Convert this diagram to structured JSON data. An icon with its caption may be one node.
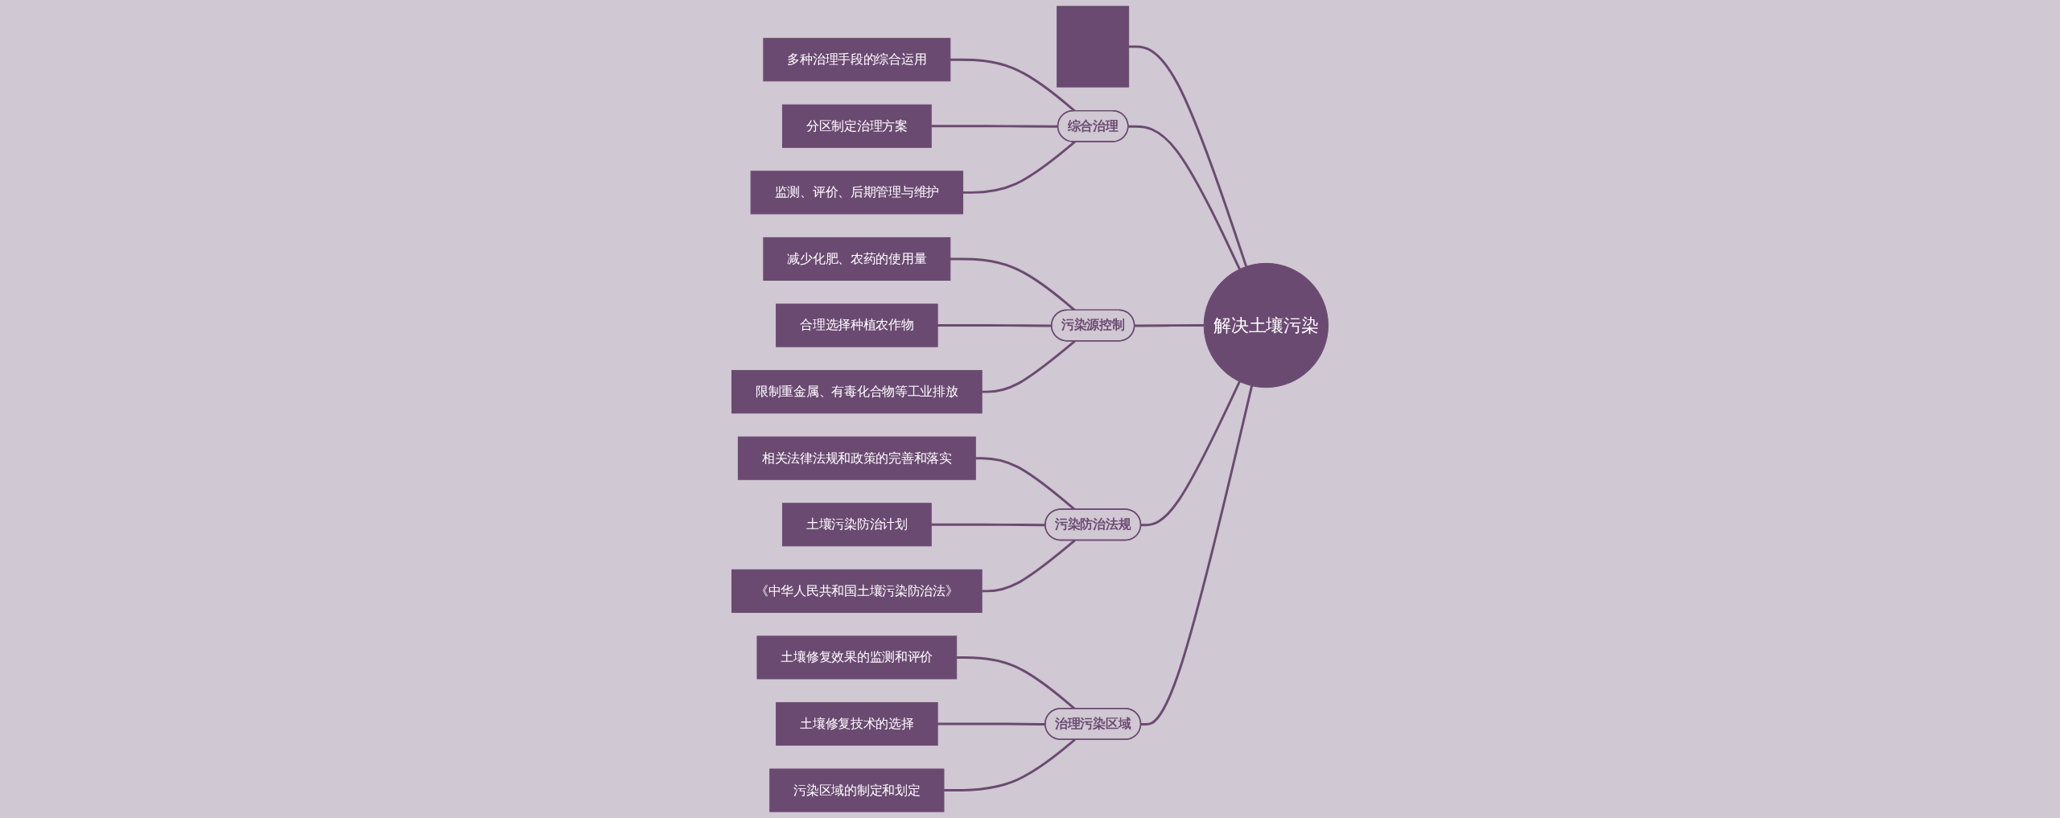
{
  "diagram": {
    "nodes": [
      {
        "text": [
          "综合治理"
        ]
      },
      {
        "text": [
          "多种治理手段的综合运用"
        ]
      },
      {
        "text": [
          "分区制定治理方案"
        ]
      },
      {
        "text": [
          "监测、评价、后期管理与维护"
        ]
      },
      {
        "text": [
          "污染源控制"
        ]
      },
      {
        "text": [
          "减少化肥、农药的使用量"
        ]
      },
      {
        "text": [
          "合理选择种植农作物"
        ]
      },
      {
        "text": [
          "限制重金属、有毒化合物等工业排放"
        ]
      },
      {
        "text": [],
        "shape": "box"
      },
      {
        "text": [
          "解决土壤污染"
        ]
      },
      {
        "text": [
          "相关法律法规和政策的完善和落实"
        ]
      },
      {
        "text": [
          "土壤污染防治计划"
        ]
      },
      {
        "text": [
          "《中华人民共和国土壤污染防治法》"
        ]
      },
      {
        "text": [
          "土壤修复效果的监测和评价"
        ]
      },
      {
        "text": [
          "土壤修复技术的选择"
        ]
      },
      {
        "text": [
          "污染区域的制定和划定"
        ]
      },
      {
        "text": [
          "污染防治法规"
        ]
      },
      {
        "text": [
          "治理污染区域"
        ]
      }
    ],
    "edges": [
      {
        "from": 1,
        "to": 0,
        "arrow": "none"
      },
      {
        "from": 2,
        "to": 0,
        "arrow": "none"
      },
      {
        "from": 3,
        "to": 0,
        "arrow": "none"
      },
      {
        "from": 5,
        "to": 4,
        "arrow": "none"
      },
      {
        "from": 6,
        "to": 4,
        "arrow": "none"
      },
      {
        "from": 7,
        "to": 4,
        "arrow": "none"
      },
      {
        "from": 10,
        "to": 16,
        "arrow": "none"
      },
      {
        "from": 11,
        "to": 16,
        "arrow": "none"
      },
      {
        "from": 12,
        "to": 16,
        "arrow": "none"
      },
      {
        "from": 13,
        "to": 17,
        "arrow": "none"
      },
      {
        "from": 14,
        "to": 17,
        "arrow": "none"
      },
      {
        "from": 15,
        "to": 17,
        "arrow": "none"
      },
      {
        "from": 8,
        "to": 9,
        "arrow": "none"
      },
      {
        "from": 0,
        "to": 9,
        "arrow": "none"
      },
      {
        "from": 4,
        "to": 9,
        "arrow": "none"
      },
      {
        "from": 16,
        "to": 9,
        "arrow": "none"
      },
      {
        "from": 17,
        "to": 9,
        "arrow": "none"
      }
    ]
  }
}
